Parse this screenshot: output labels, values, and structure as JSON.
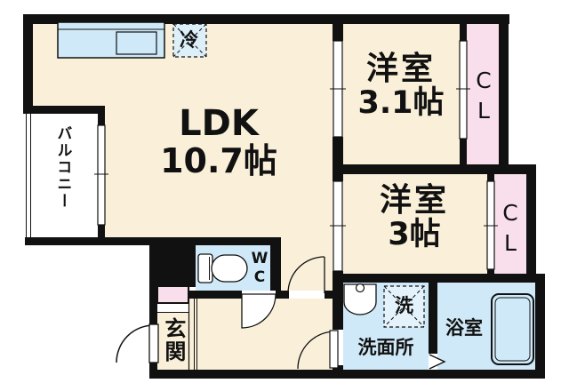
{
  "plan": {
    "type": "Japanese apartment floor plan (1LDK)",
    "rooms": {
      "ldk": {
        "name": "LDK",
        "size": "10.7帖"
      },
      "bedroom_upper": {
        "name": "洋室",
        "size": "3.1帖"
      },
      "bedroom_lower": {
        "name": "洋室",
        "size": "3帖"
      },
      "closet_upper": {
        "label": "CL"
      },
      "closet_lower": {
        "label": "CL"
      },
      "balcony": {
        "label": "バルコニー"
      },
      "entrance": {
        "label": "玄関"
      },
      "toilet": {
        "label": "WC"
      },
      "washroom": {
        "label": "洗面所"
      },
      "bathroom": {
        "label": "浴室"
      }
    },
    "fixtures": {
      "refrigerator_space": {
        "label": "冷",
        "icon": "refrigerator-space-icon"
      },
      "washer_space": {
        "label": "洗",
        "icon": "washing-machine-space-icon"
      },
      "kitchen_counter": {
        "icon": "kitchen-sink-icon"
      },
      "toilet_bowl": {
        "icon": "toilet-icon"
      },
      "washbasin": {
        "icon": "washbasin-icon"
      },
      "bathtub": {
        "icon": "bathtub-icon"
      },
      "bath_door": {
        "icon": "folding-door-icon"
      }
    },
    "colors": {
      "floor": "#faf0d9",
      "wet_area": "#cfe9f8",
      "closet": "#f9dfeb",
      "wall": "#111111",
      "outside": "#ffffff"
    }
  }
}
